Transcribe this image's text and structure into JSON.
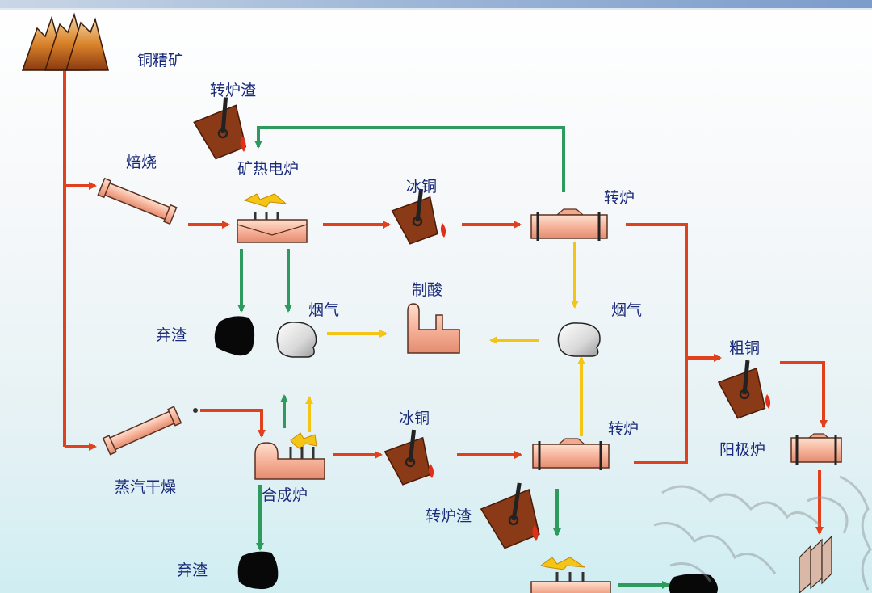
{
  "labels": {
    "copper_concentrate": "铜精矿",
    "converter_slag_top": "转炉渣",
    "roasting": "焙烧",
    "ore_electric_furnace": "矿热电炉",
    "matte_top": "冰铜",
    "converter_top": "转炉",
    "acid_making": "制酸",
    "flue_gas_left": "烟气",
    "flue_gas_right": "烟气",
    "slag_discard_top": "弃渣",
    "blister_copper": "粗铜",
    "anode_furnace": "阳极炉",
    "steam_drying": "蒸汽干燥",
    "flash_furnace": "合成炉",
    "matte_bottom": "冰铜",
    "converter_bottom": "转炉",
    "converter_slag_bottom": "转炉渣",
    "slag_discard_bottom": "弃渣"
  },
  "colors": {
    "material_flow": "#e0401c",
    "slag_flow": "#2e9a5e",
    "gas_flow": "#f5c516",
    "label_text": "#1a2a7a",
    "vessel_fill": "#f3a98e",
    "ladle_fill": "#8a3a16"
  }
}
